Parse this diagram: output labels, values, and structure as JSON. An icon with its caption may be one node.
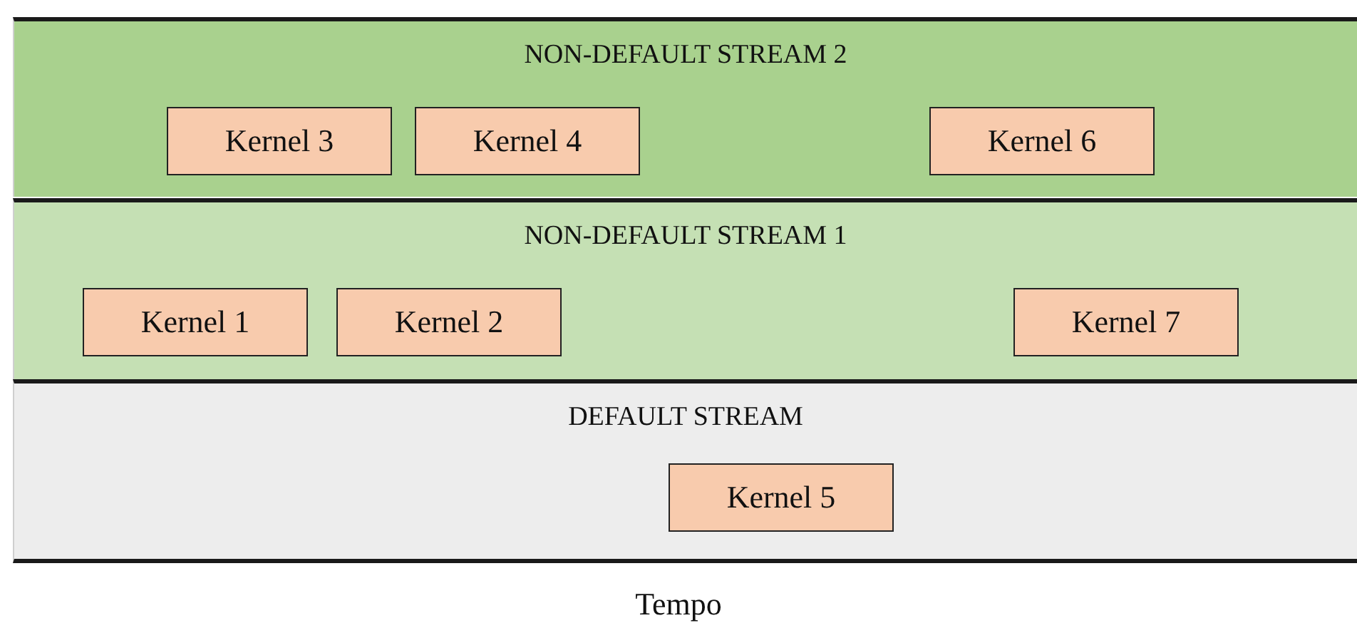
{
  "diagram": {
    "nodes": [
      {
        "text": [
          "NON-DEFAULT STREAM 2"
        ]
      },
      {
        "text": [
          "Kernel 3"
        ],
        "in": 0
      },
      {
        "text": [
          "Kernel 4"
        ],
        "in": 0
      },
      {
        "text": [
          "Kernel 6"
        ],
        "in": 0
      },
      {
        "text": [
          "NON-DEFAULT STREAM 1"
        ]
      },
      {
        "text": [
          "Kernel 1"
        ],
        "in": 4
      },
      {
        "text": [
          "Kernel 2"
        ],
        "in": 4
      },
      {
        "text": [
          "Kernel 7"
        ],
        "in": 4
      },
      {
        "text": [
          "DEFAULT STREAM"
        ]
      },
      {
        "text": [
          "Kernel 5"
        ],
        "in": 8
      }
    ],
    "labels": [
      "Tempo"
    ]
  }
}
